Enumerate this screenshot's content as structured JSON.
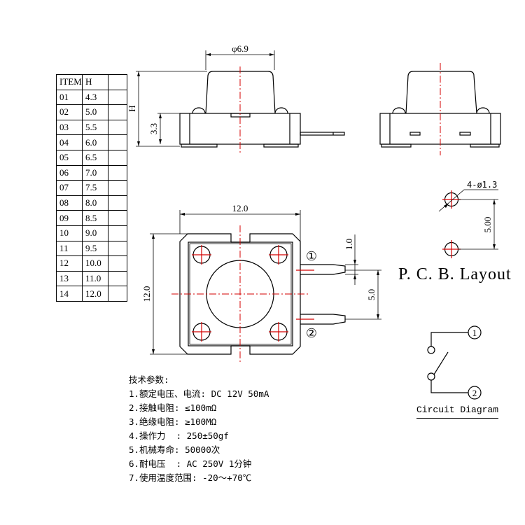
{
  "table": {
    "headers": [
      "ITEM",
      "H"
    ],
    "rows": [
      [
        "01",
        "4.3"
      ],
      [
        "02",
        "5.0"
      ],
      [
        "03",
        "5.5"
      ],
      [
        "04",
        "6.0"
      ],
      [
        "05",
        "6.5"
      ],
      [
        "06",
        "7.0"
      ],
      [
        "07",
        "7.5"
      ],
      [
        "08",
        "8.0"
      ],
      [
        "09",
        "8.5"
      ],
      [
        "10",
        "9.0"
      ],
      [
        "11",
        "9.5"
      ],
      [
        "12",
        "10.0"
      ],
      [
        "13",
        "11.0"
      ],
      [
        "14",
        "12.0"
      ]
    ]
  },
  "side_view": {
    "cap_diameter": "φ6.9",
    "height_label": "H",
    "body_height": "3.3"
  },
  "top_view": {
    "width": "12.0",
    "height": "12.0",
    "lead_width": "1.0",
    "lead_pitch": "5.0",
    "pin1": "①",
    "pin2": "②"
  },
  "pcb": {
    "hole_label": "4-ø1.3",
    "pitch": "5.00",
    "title": "P. C. B. Layout"
  },
  "circuit": {
    "pin1": "①",
    "pin2": "②",
    "title": "Circuit Diagram"
  },
  "specs": {
    "title": "技术参数:",
    "items": [
      "1.额定电压、电流: DC 12V 50mA",
      "2.接触电阻: ≤100mΩ",
      "3.绝缘电阻: ≥100MΩ",
      "4.操作力  : 250±50gf",
      "5.机械寿命: 50000次",
      "6.耐电压  : AC 250V 1分钟",
      "7.使用温度范围: -20～+70℃"
    ]
  }
}
